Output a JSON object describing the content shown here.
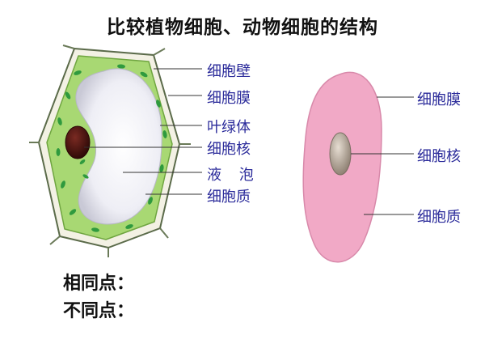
{
  "title": "比较植物细胞、动物细胞的结构",
  "plant_cell": {
    "labels": {
      "cell_wall": "细胞壁",
      "cell_membrane": "细胞膜",
      "chloroplast": "叶绿体",
      "nucleus": "细胞核",
      "vacuole": "液 泡",
      "cytoplasm": "细胞质"
    }
  },
  "animal_cell": {
    "labels": {
      "cell_membrane": "细胞膜",
      "nucleus": "细胞核",
      "cytoplasm": "细胞质"
    }
  },
  "notes": {
    "similarities": "相同点：",
    "differences": "不同点："
  },
  "colors": {
    "plant_wall": "#f3f1e4",
    "plant_cytoplasm": "#a8d873",
    "chloroplast": "#2f9a3e",
    "vacuole": "#e9e9f2",
    "plant_nucleus": "#4a1410",
    "animal_cytoplasm": "#f1a9c6",
    "animal_nucleus": "#a79a8c",
    "label_text": "#2a2a9a"
  }
}
